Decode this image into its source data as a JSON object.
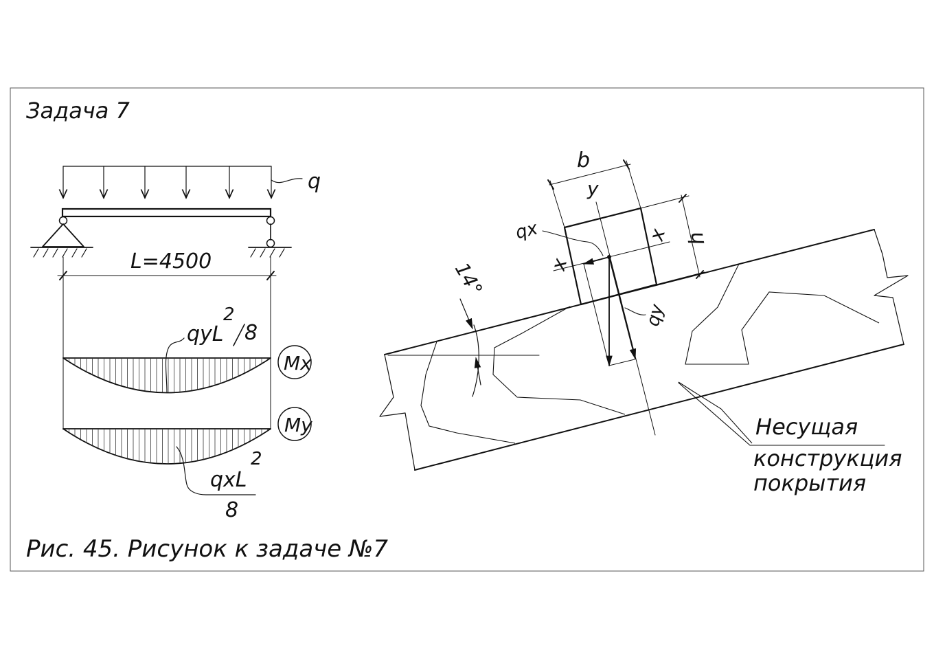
{
  "task_title": "Задача 7",
  "beam": {
    "load_label": "q",
    "span_label": "L=4500",
    "mx_formula": {
      "numerator": "qyL",
      "power": "2",
      "denominator": "8"
    },
    "my_formula": {
      "numerator": "qxL",
      "power": "2",
      "denominator": "8"
    },
    "mx_label": "Mx",
    "my_label": "My"
  },
  "section": {
    "width_label": "b",
    "height_label": "h",
    "axis_y_label": "y",
    "axis_x_label": "x",
    "qx_label": "qx",
    "qy_label": "qy",
    "angle_label": "14°"
  },
  "structure_label": {
    "line1": "Несущая",
    "line2": "конструкция",
    "line3": "покрытия"
  },
  "caption": "Рис. 45. Рисунок к задаче №7"
}
